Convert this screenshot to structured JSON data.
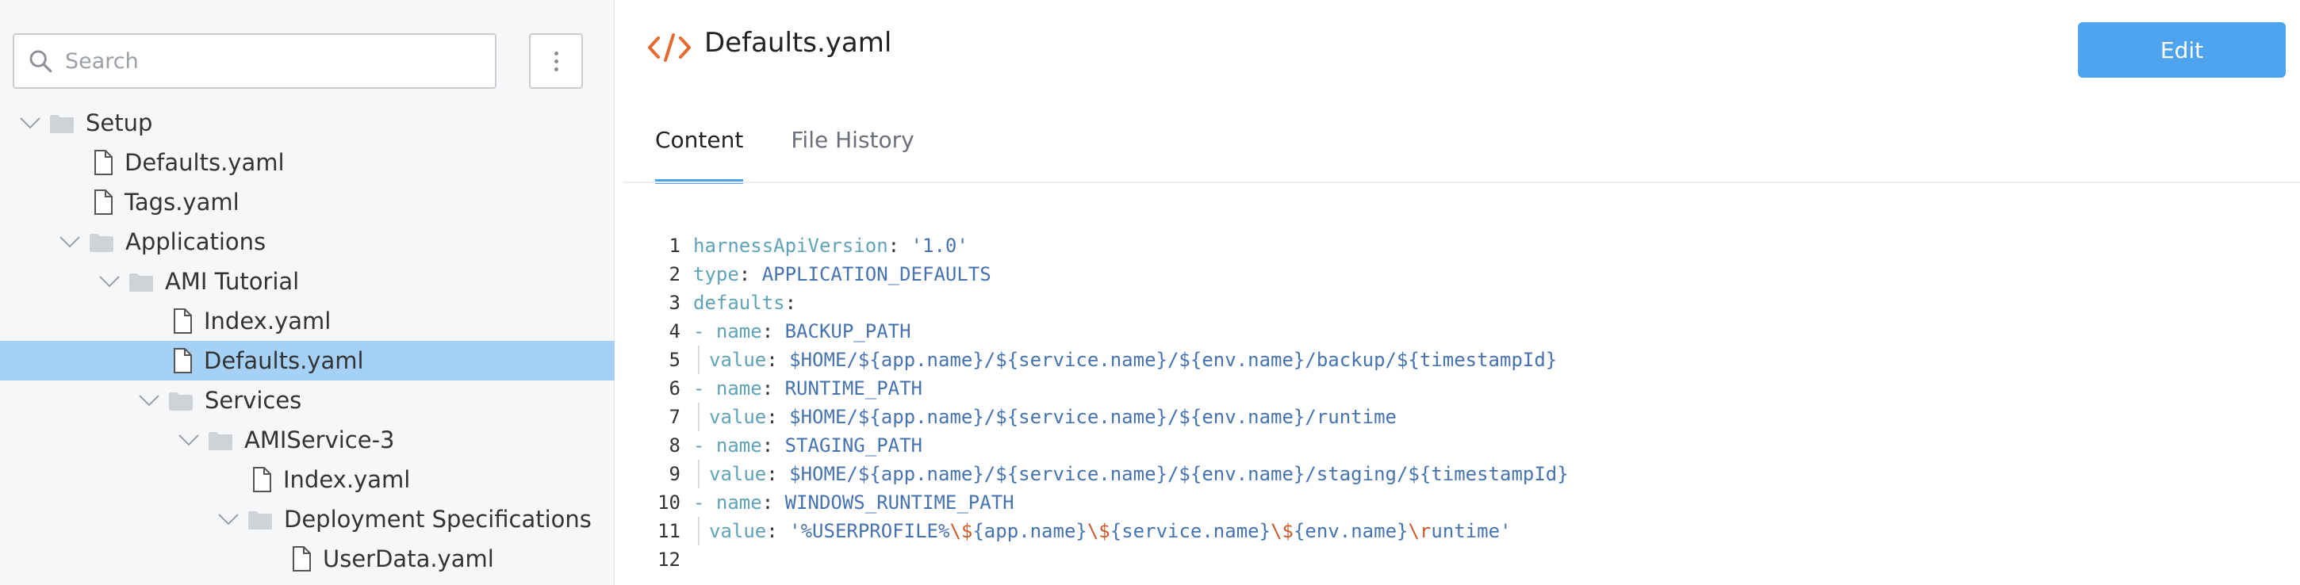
{
  "colors": {
    "accent": "#4ea3ee",
    "selected_row": "#a4d1f5",
    "code_icon": "#e46a2f"
  },
  "sidebar": {
    "search": {
      "placeholder": "Search",
      "value": ""
    },
    "tree": [
      {
        "label": "Setup",
        "type": "folder",
        "depth": 0,
        "expanded": true,
        "selected": false
      },
      {
        "label": "Defaults.yaml",
        "type": "file",
        "depth": 1,
        "selected": false
      },
      {
        "label": "Tags.yaml",
        "type": "file",
        "depth": 1,
        "selected": false
      },
      {
        "label": "Applications",
        "type": "folder",
        "depth": 1,
        "expanded": true,
        "selected": false
      },
      {
        "label": "AMI Tutorial",
        "type": "folder",
        "depth": 2,
        "expanded": true,
        "selected": false
      },
      {
        "label": "Index.yaml",
        "type": "file",
        "depth": 3,
        "selected": false
      },
      {
        "label": "Defaults.yaml",
        "type": "file",
        "depth": 3,
        "selected": true
      },
      {
        "label": "Services",
        "type": "folder",
        "depth": 3,
        "expanded": true,
        "selected": false
      },
      {
        "label": "AMIService-3",
        "type": "folder",
        "depth": 4,
        "expanded": true,
        "selected": false
      },
      {
        "label": "Index.yaml",
        "type": "file",
        "depth": 5,
        "selected": false
      },
      {
        "label": "Deployment Specifications",
        "type": "folder",
        "depth": 5,
        "expanded": true,
        "selected": false
      },
      {
        "label": "UserData.yaml",
        "type": "file",
        "depth": 6,
        "selected": false
      }
    ]
  },
  "main": {
    "file_title": "Defaults.yaml",
    "edit_label": "Edit",
    "tabs": [
      {
        "label": "Content",
        "active": true
      },
      {
        "label": "File History",
        "active": false
      }
    ],
    "code_lines": [
      {
        "n": "1",
        "tokens": [
          [
            "k",
            "harnessApiVersion"
          ],
          [
            "p",
            ": "
          ],
          [
            "v",
            "'1.0'"
          ]
        ]
      },
      {
        "n": "2",
        "tokens": [
          [
            "k",
            "type"
          ],
          [
            "p",
            ": "
          ],
          [
            "v",
            "APPLICATION_DEFAULTS"
          ]
        ]
      },
      {
        "n": "3",
        "tokens": [
          [
            "k",
            "defaults"
          ],
          [
            "p",
            ":"
          ]
        ]
      },
      {
        "n": "4",
        "tokens": [
          [
            "d",
            "- "
          ],
          [
            "k",
            "name"
          ],
          [
            "p",
            ": "
          ],
          [
            "v",
            "BACKUP_PATH"
          ]
        ]
      },
      {
        "n": "5",
        "guide": true,
        "tokens": [
          [
            "k",
            "value"
          ],
          [
            "p",
            ": "
          ],
          [
            "v",
            "$HOME/${app.name}/${service.name}/${env.name}/backup/${timestampId}"
          ]
        ]
      },
      {
        "n": "6",
        "tokens": [
          [
            "d",
            "- "
          ],
          [
            "k",
            "name"
          ],
          [
            "p",
            ": "
          ],
          [
            "v",
            "RUNTIME_PATH"
          ]
        ]
      },
      {
        "n": "7",
        "guide": true,
        "tokens": [
          [
            "k",
            "value"
          ],
          [
            "p",
            ": "
          ],
          [
            "v",
            "$HOME/${app.name}/${service.name}/${env.name}/runtime"
          ]
        ]
      },
      {
        "n": "8",
        "tokens": [
          [
            "d",
            "- "
          ],
          [
            "k",
            "name"
          ],
          [
            "p",
            ": "
          ],
          [
            "v",
            "STAGING_PATH"
          ]
        ]
      },
      {
        "n": "9",
        "guide": true,
        "tokens": [
          [
            "k",
            "value"
          ],
          [
            "p",
            ": "
          ],
          [
            "v",
            "$HOME/${app.name}/${service.name}/${env.name}/staging/${timestampId}"
          ]
        ]
      },
      {
        "n": "10",
        "tokens": [
          [
            "d",
            "- "
          ],
          [
            "k",
            "name"
          ],
          [
            "p",
            ": "
          ],
          [
            "v",
            "WINDOWS_RUNTIME_PATH"
          ]
        ]
      },
      {
        "n": "11",
        "guide": true,
        "tokens": [
          [
            "k",
            "value"
          ],
          [
            "p",
            ": "
          ],
          [
            "v",
            "'%USERPROFILE%"
          ],
          [
            "e",
            "\\$"
          ],
          [
            "v",
            "{app.name}"
          ],
          [
            "e",
            "\\$"
          ],
          [
            "v",
            "{service.name}"
          ],
          [
            "e",
            "\\$"
          ],
          [
            "v",
            "{env.name}"
          ],
          [
            "e",
            "\\r"
          ],
          [
            "v",
            "untime'"
          ]
        ]
      },
      {
        "n": "12",
        "tokens": []
      }
    ]
  }
}
